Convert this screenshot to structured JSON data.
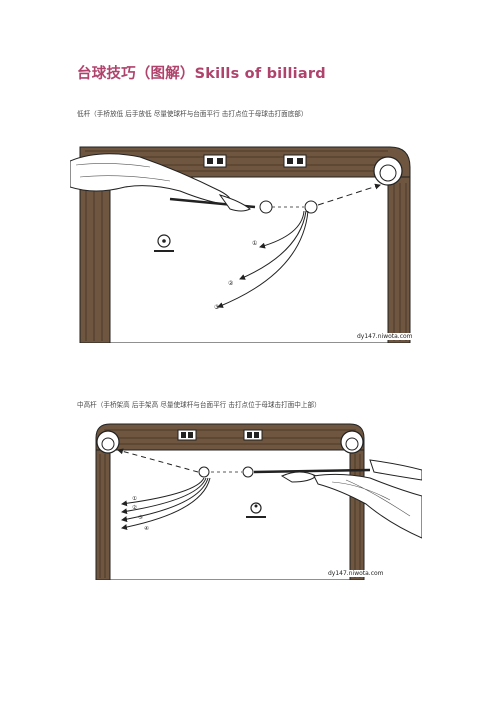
{
  "page": {
    "title": "台球技巧（图解）Skills of billiard"
  },
  "figures": [
    {
      "caption": "低杆（手桥放低 后手放低 尽量使球杆与台面平行 击打点位于母球击打面底部）",
      "credit": "dy147.niwota.com",
      "path_labels": [
        "①",
        "②",
        "③"
      ]
    },
    {
      "caption": "中高杆（手桥架高 后手架高 尽量使球杆与台面平行 击打点位于母球击打面中上部）",
      "credit": "dy147.niwota.com",
      "path_labels": [
        "①",
        "②",
        "③",
        "④"
      ]
    }
  ]
}
